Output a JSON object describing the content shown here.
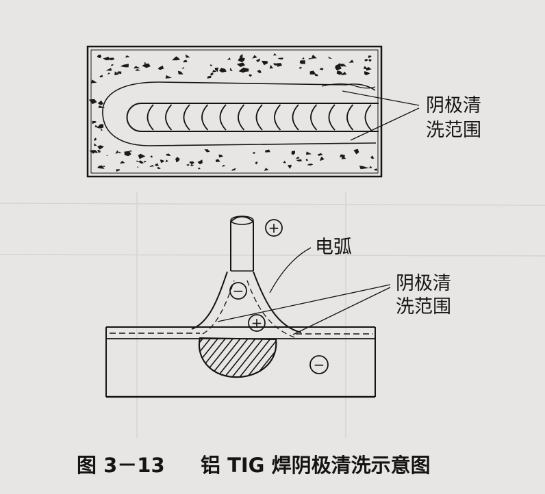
{
  "top_view": {
    "cleaning_label_line1": "阴极清",
    "cleaning_label_line2": "洗范围"
  },
  "cross_section": {
    "arc_label": "电弧",
    "cleaning_label_line1": "阴极清",
    "cleaning_label_line2": "洗范围",
    "polarity": {
      "positive": "+",
      "negative": "−"
    }
  },
  "caption": {
    "number": "图 3－13",
    "title": "铝 TIG 焊阴极清洗示意图"
  }
}
